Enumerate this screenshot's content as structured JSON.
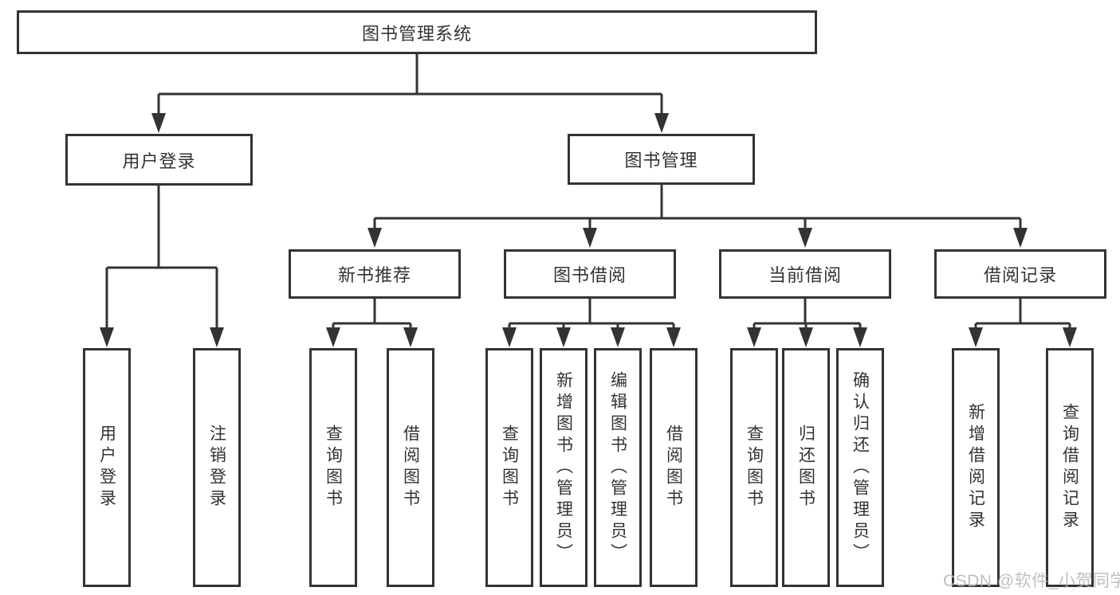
{
  "diagram": {
    "root": {
      "label": "图书管理系统",
      "children": [
        {
          "label": "用户登录",
          "children": [
            {
              "label": "用户登录"
            },
            {
              "label": "注销登录"
            }
          ]
        },
        {
          "label": "图书管理",
          "children": [
            {
              "label": "新书推荐",
              "children": [
                {
                  "label": "查询图书"
                },
                {
                  "label": "借阅图书"
                }
              ]
            },
            {
              "label": "图书借阅",
              "children": [
                {
                  "label": "查询图书"
                },
                {
                  "label": "新增图书（管理员）"
                },
                {
                  "label": "编辑图书（管理员）"
                },
                {
                  "label": "借阅图书"
                }
              ]
            },
            {
              "label": "当前借阅",
              "children": [
                {
                  "label": "查询图书"
                },
                {
                  "label": "归还图书"
                },
                {
                  "label": "确认归还（管理员）"
                }
              ]
            },
            {
              "label": "借阅记录",
              "children": [
                {
                  "label": "新增借阅记录"
                },
                {
                  "label": "查询借阅记录"
                }
              ]
            }
          ]
        }
      ]
    }
  },
  "colors": {
    "line": "#333333",
    "box_border": "#333333",
    "text": "#333333",
    "background": "#ffffff",
    "watermark": "#b8b8b8"
  },
  "watermark": "CSDN @软件_小贺同学"
}
